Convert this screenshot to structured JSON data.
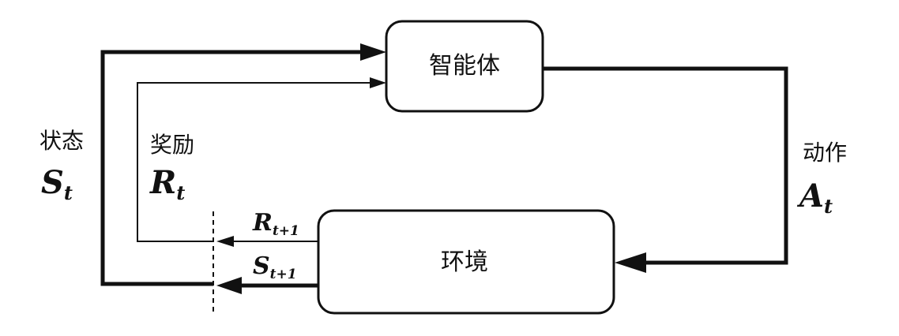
{
  "nodes": {
    "agent": "智能体",
    "environment": "环境"
  },
  "labels": {
    "state": {
      "text": "状态",
      "symbol": "S",
      "sub": "t"
    },
    "reward": {
      "text": "奖励",
      "symbol": "R",
      "sub": "t"
    },
    "action": {
      "text": "动作",
      "symbol": "A",
      "sub": "t"
    },
    "next_reward": {
      "symbol": "R",
      "sub": "t+1"
    },
    "next_state": {
      "symbol": "S",
      "sub": "t+1"
    }
  }
}
